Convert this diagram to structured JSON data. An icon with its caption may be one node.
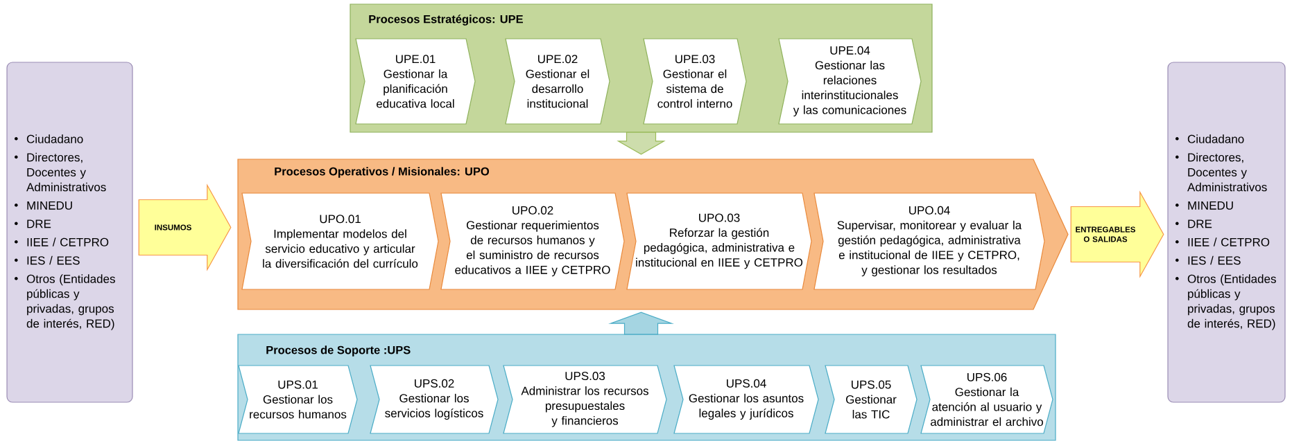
{
  "diagram": {
    "nodes": [
      {
        "text": [
          "Ciudadano",
          "Directores, Docentes y Administrativos",
          "MINEDU",
          "DRE",
          "IIEE / CETPRO",
          "IES / EES",
          "Otros (Entidades públicas y privadas, grupos de interés, RED)"
        ]
      },
      {
        "text": [
          "Procesos Estratégicos: UPE"
        ]
      },
      {
        "text": [
          "UPE.01",
          "Gestionar la planificación educativa local"
        ],
        "in": 1
      },
      {
        "text": [
          "UPE.02",
          "Gestionar el desarrollo institucional"
        ],
        "in": 1
      },
      {
        "text": [
          "UPE.03",
          "Gestionar el sistema de control interno"
        ],
        "in": 1
      },
      {
        "text": [
          "UPE.04",
          "Gestionar las relaciones interinstitucionales y las comunicaciones"
        ],
        "in": 1
      },
      {
        "text": [
          "Procesos Operativos / Misionales: UPO"
        ]
      },
      {
        "text": [
          "UPO.01",
          "Implementar modelos del servicio educativo y articular la diversificación del currículo"
        ],
        "in": 6
      },
      {
        "text": [
          "UPO.02",
          "Gestionar requerimientos de recursos humanos y el suministro de recursos educativos a IIEE y CETPRO"
        ],
        "in": 6
      },
      {
        "text": [
          "UPO.03",
          "Reforzar la gestión pedagógica, administrativa e institucional en IIEE y CETPRO"
        ],
        "in": 6
      },
      {
        "text": [
          "UPO.04",
          "Supervisar, monitorear y evaluar la gestión pedagógica, administrativa e institucional de IIEE y CETPRO, y gestionar los resultados"
        ],
        "in": 6
      },
      {
        "text": [
          "Procesos de Soporte :UPS"
        ]
      },
      {
        "text": [
          "UPS.01",
          "Gestionar los recursos humanos"
        ],
        "in": 11
      },
      {
        "text": [
          "UPS.02",
          "Gestionar los servicios logísticos"
        ],
        "in": 11
      },
      {
        "text": [
          "UPS.03",
          "Administrar los recursos presupuestales y financieros"
        ],
        "in": 11
      },
      {
        "text": [
          "UPS.04",
          "Gestionar los asuntos legales y jurídicos"
        ],
        "in": 11
      },
      {
        "text": [
          "UPS.05",
          "Gestionar las TIC"
        ],
        "in": 11
      },
      {
        "text": [
          "UPS.06",
          "Gestionar la atención al usuario y administrar el archivo"
        ],
        "in": 11
      },
      {
        "text": [
          "Ciudadano",
          "Directores, Docentes y Administrativos",
          "MINEDU",
          "DRE",
          "IIEE / CETPRO",
          "IES / EES",
          "Otros (Entidades públicas y privadas, grupos de interés, RED)"
        ]
      }
    ],
    "edges": [
      {
        "from": 0,
        "to": 6,
        "arrow": "to",
        "label": "INSUMOS"
      },
      {
        "from": 6,
        "to": 18,
        "arrow": "to",
        "label": "ENTREGABLES O SALIDAS"
      },
      {
        "from": 1,
        "to": 6,
        "arrow": "to",
        "color": "#9bbb59"
      },
      {
        "from": 11,
        "to": 6,
        "arrow": "to",
        "color": "#4bacc6"
      }
    ]
  }
}
